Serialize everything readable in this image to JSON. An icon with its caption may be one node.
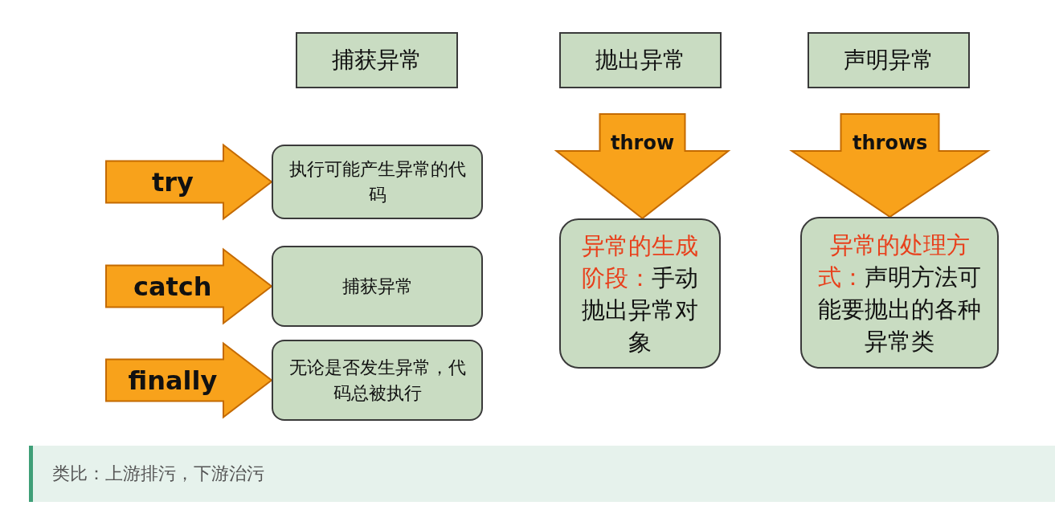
{
  "diagram": {
    "nodes": [
      {
        "text": [
          "捕获异常"
        ]
      },
      {
        "text": [
          "抛出异常"
        ]
      },
      {
        "text": [
          "声明异常"
        ]
      },
      {
        "text": [
          "执行可能产生异常的代码"
        ]
      },
      {
        "text": [
          "捕获异常"
        ]
      },
      {
        "text": [
          "无论是否发生异常，代码总被执行"
        ]
      },
      {
        "text": [
          "异常的生成阶段：",
          "手动抛出异常对象"
        ]
      },
      {
        "text": [
          "异常的处理方式：",
          "声明方法可能要抛出的各种异常类"
        ]
      }
    ],
    "edges": [
      {
        "from": null,
        "to": 3,
        "arrow": "to",
        "label": "try"
      },
      {
        "from": null,
        "to": 4,
        "arrow": "to",
        "label": "catch"
      },
      {
        "from": null,
        "to": 5,
        "arrow": "to",
        "label": "finally"
      },
      {
        "from": null,
        "to": 6,
        "arrow": "to",
        "label": "throw"
      },
      {
        "from": null,
        "to": 7,
        "arrow": "to",
        "label": "throws"
      }
    ],
    "labels": [
      "类比：上游排污，下游治污"
    ]
  }
}
